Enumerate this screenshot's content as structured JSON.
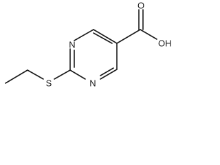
{
  "molecule": {
    "atoms": {
      "n_top": "N",
      "n_bottom": "N",
      "sulfur": "S",
      "carbonyl_oxygen": "O",
      "hydroxyl": "OH"
    }
  }
}
